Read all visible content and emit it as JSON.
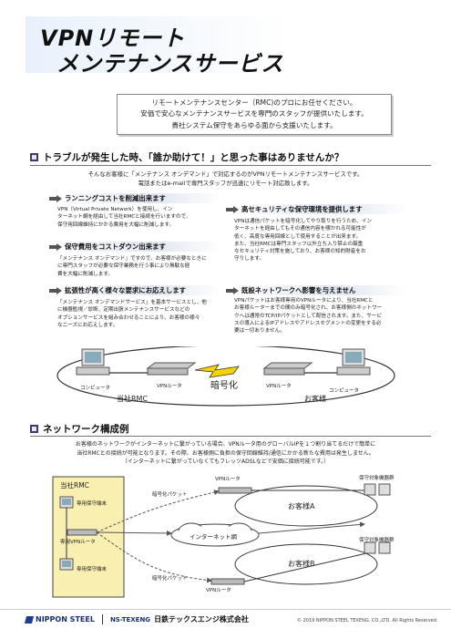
{
  "title": {
    "line1": "VPNリモート",
    "line2": "メンテナンスサービス"
  },
  "intro": [
    "リモートメンテナンスセンター（RMC)のプロにお任せください。",
    "安価で安心なメンテナンスサービスを専門のスタッフが提供いたします。",
    "貴社システム保守をあらゆる面から支援いたします。"
  ],
  "section1": {
    "heading": "トラブルが発生した時、「誰か助けて！」と思った事はありませんか？",
    "lead": [
      "そんなお客様に「メンテナンス オンデマンド」で対応するのがVPNリモートメンテナンスサービスです。",
      "電話またはe-mailで専門スタッフが迅速にリモート対応致します。"
    ],
    "cards": [
      {
        "title": "ランニングコストを削減出来ます",
        "body": [
          "VPN（Virtual Private Network）を使用し、イン",
          "ターネット網を経由して当社RMCと接続を行いますので、",
          "保守用回線維持にかかる費用を大幅に削減します。"
        ]
      },
      {
        "title": "保守費用をコストダウン出来ます",
        "body": [
          "「メンテナンス オンデマンド」ですので、お客様が必要なときに",
          "に専門スタッフが必要な保守業務を行う事により無駄な経",
          "費を大幅に削減します。"
        ]
      },
      {
        "title": "拡張性が高く様々な要求にお応えします",
        "body": [
          "「メンテナンス オンデマンドサービス」を基本サービスとし、他",
          "に機器監視／診断、定期出張メンテナンスサービスなどの",
          "オプションサービスを組み合わせることにより、お客様の様々",
          "なニーズにお応えします。"
        ]
      },
      {
        "title": "高セキュリティな保守環境を提供します",
        "body": [
          "VPNは通信パケットを暗号化してやり取りを行うため、イン",
          "ターネットを経由してもその通信内容を覗かれる可能性が",
          "低く、高度な専用回線として使用することが出来ます。",
          "また、当社RMCは専門スタッフ以外立ち入り禁止の厳重",
          "なセキュリティ対策を施しており、お客様の知的財産をお",
          "守りします。"
        ]
      },
      {
        "title": "既設ネットワークへ影響を与えません",
        "body": [
          "VPNパケットはお客様専用のVPNルータにより、当社RMCと",
          "お客様ルーターまでの間のみ暗号化され、お客様側のネットワー",
          "クへは通常のTCP/IPパケットとして配信されます。また、サービ",
          "スの導入によるIPアドレスやアドレスセグメントの変更をする必",
          "要は一切ありません。"
        ]
      }
    ],
    "diagram": {
      "computer_left": "コンピュータ",
      "router_left": "VPNルータ",
      "encryption": "暗号化",
      "router_right": "VPNルータ",
      "computer_right": "コンピュータ",
      "site_left": "当社RMC",
      "site_right": "お客様"
    }
  },
  "section2": {
    "heading": "ネットワーク構成例",
    "lead": [
      "お客様のネットワークがインターネットに繋がっている場合、VPNルータ用のグローバルIPを１つ割り当てるだけで簡単に",
      "当社RMCとの接続が可能となります。その際、お客様側に負担の保守回線維持/通信にかかる新たな費用は発生しません。",
      "（インターネットに繋がっていなくてもフレッツADSLなどで安価に接続可能です。）"
    ],
    "network": {
      "rmc": "当社RMC",
      "terminal1": "専用保守端末",
      "vpn_router": "専用VPNルータ",
      "terminal2": "専用保守端末",
      "packet_top": "暗号化パケット",
      "packet_bottom": "暗号化パケット",
      "internet": "インターネット網",
      "router_a": "VPNルータ",
      "router_b": "VPNルータ",
      "customer_a": "お客様A",
      "customer_b": "お客様B",
      "equip_a": "保守対象機器群",
      "equip_b": "保守対象機器群"
    }
  },
  "footer": {
    "logo1": "NIPPON STEEL",
    "logo2": "NS-TEXENG",
    "company": "日鉄テックスエンジ株式会社",
    "copyright": "© 2019 NIPPON STEEL TEXENG. CO.,LTD. All Rights Reserved."
  },
  "colors": {
    "accent": "#3a3a6e",
    "lightning": "#f5d400",
    "rmc_box": "#f8efb0"
  }
}
